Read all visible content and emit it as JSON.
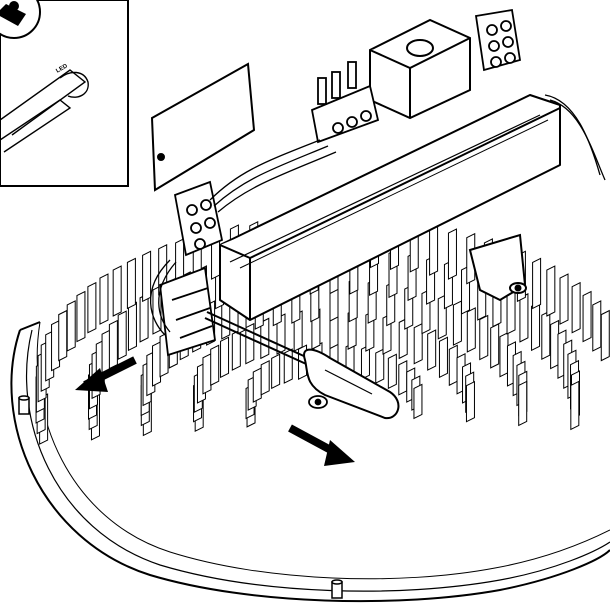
{
  "figure": {
    "domain": "technical-line-drawing",
    "inset_icon": "service-tool-icon",
    "inset_label": "LED",
    "tool": "screwdriver",
    "colors": {
      "line": "#000000",
      "background": "#ffffff",
      "arrow": "#000000"
    }
  }
}
